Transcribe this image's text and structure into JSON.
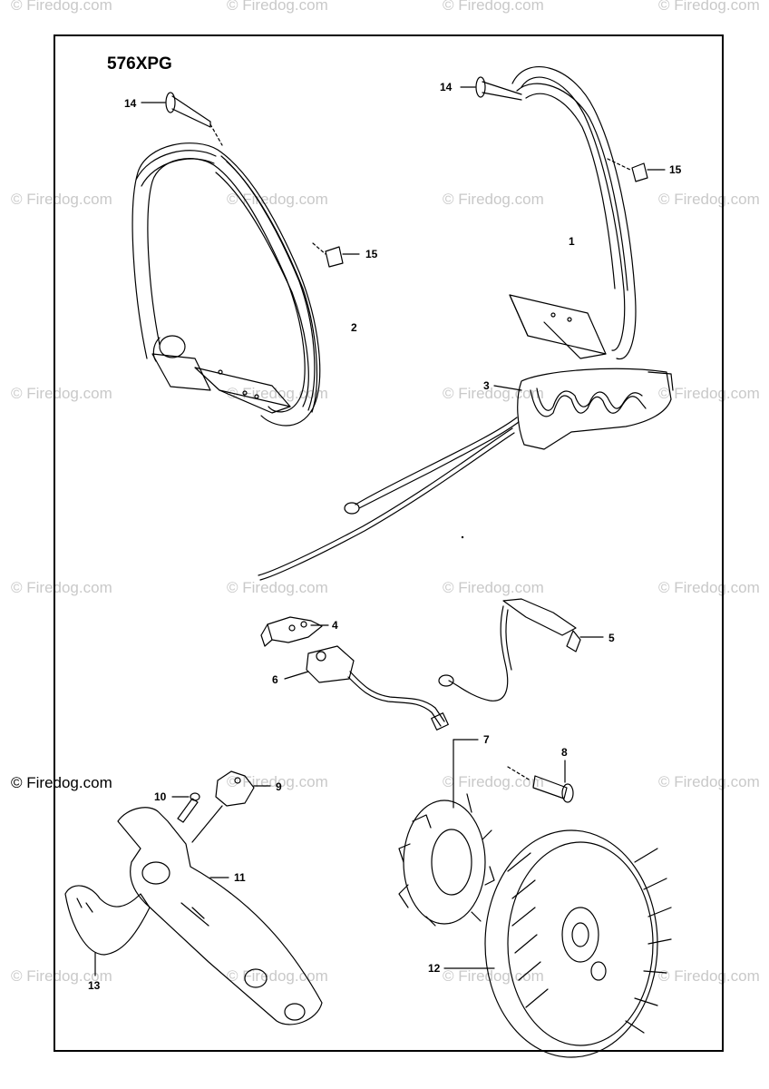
{
  "watermark": "© Firedog.com",
  "model_label": "576XPG",
  "callouts": {
    "p1": "1",
    "p2": "2",
    "p3": "3",
    "p4": "4",
    "p5": "5",
    "p6": "6",
    "p7": "7",
    "p8": "8",
    "p9": "9",
    "p10": "10",
    "p11": "11",
    "p12": "12",
    "p13": "13",
    "p14a": "14",
    "p14b": "14",
    "p15a": "15",
    "p15b": "15"
  },
  "colors": {
    "line": "#000000",
    "watermark": "#c9c9c9"
  }
}
